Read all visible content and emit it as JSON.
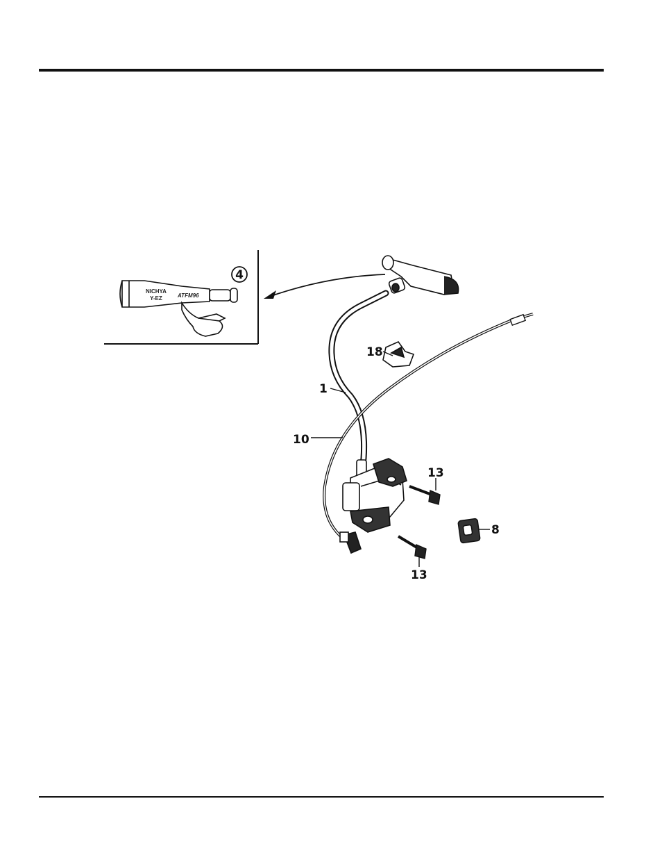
{
  "callouts": {
    "c1": "1",
    "c4": "4",
    "c8": "8",
    "c10": "10",
    "c13a": "13",
    "c13b": "13",
    "c18": "18"
  },
  "inset": {
    "cap_line1": "NICHYA",
    "cap_line2": "Y-EZ",
    "cap_line3": "ATFM96"
  },
  "colors": {
    "ink": "#111111",
    "paper": "#ffffff"
  }
}
